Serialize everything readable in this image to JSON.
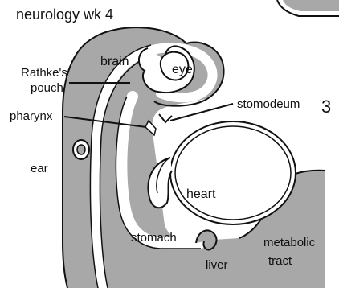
{
  "title": "neurology wk 4",
  "page_number": "3",
  "labels": {
    "brain": "brain",
    "eye": "eye",
    "rathkes_pouch_line1": "Rathke's",
    "rathkes_pouch_line2": "pouch",
    "pharynx": "pharynx",
    "stomodeum": "stomodeum",
    "ear": "ear",
    "heart": "heart",
    "stomach": "stomach",
    "liver": "liver",
    "metabolic_tract_line1": "metabolic",
    "metabolic_tract_line2": "tract"
  },
  "colors": {
    "tissue_gray": "#a8a8a8",
    "outline": "#111111",
    "background": "#ffffff"
  }
}
